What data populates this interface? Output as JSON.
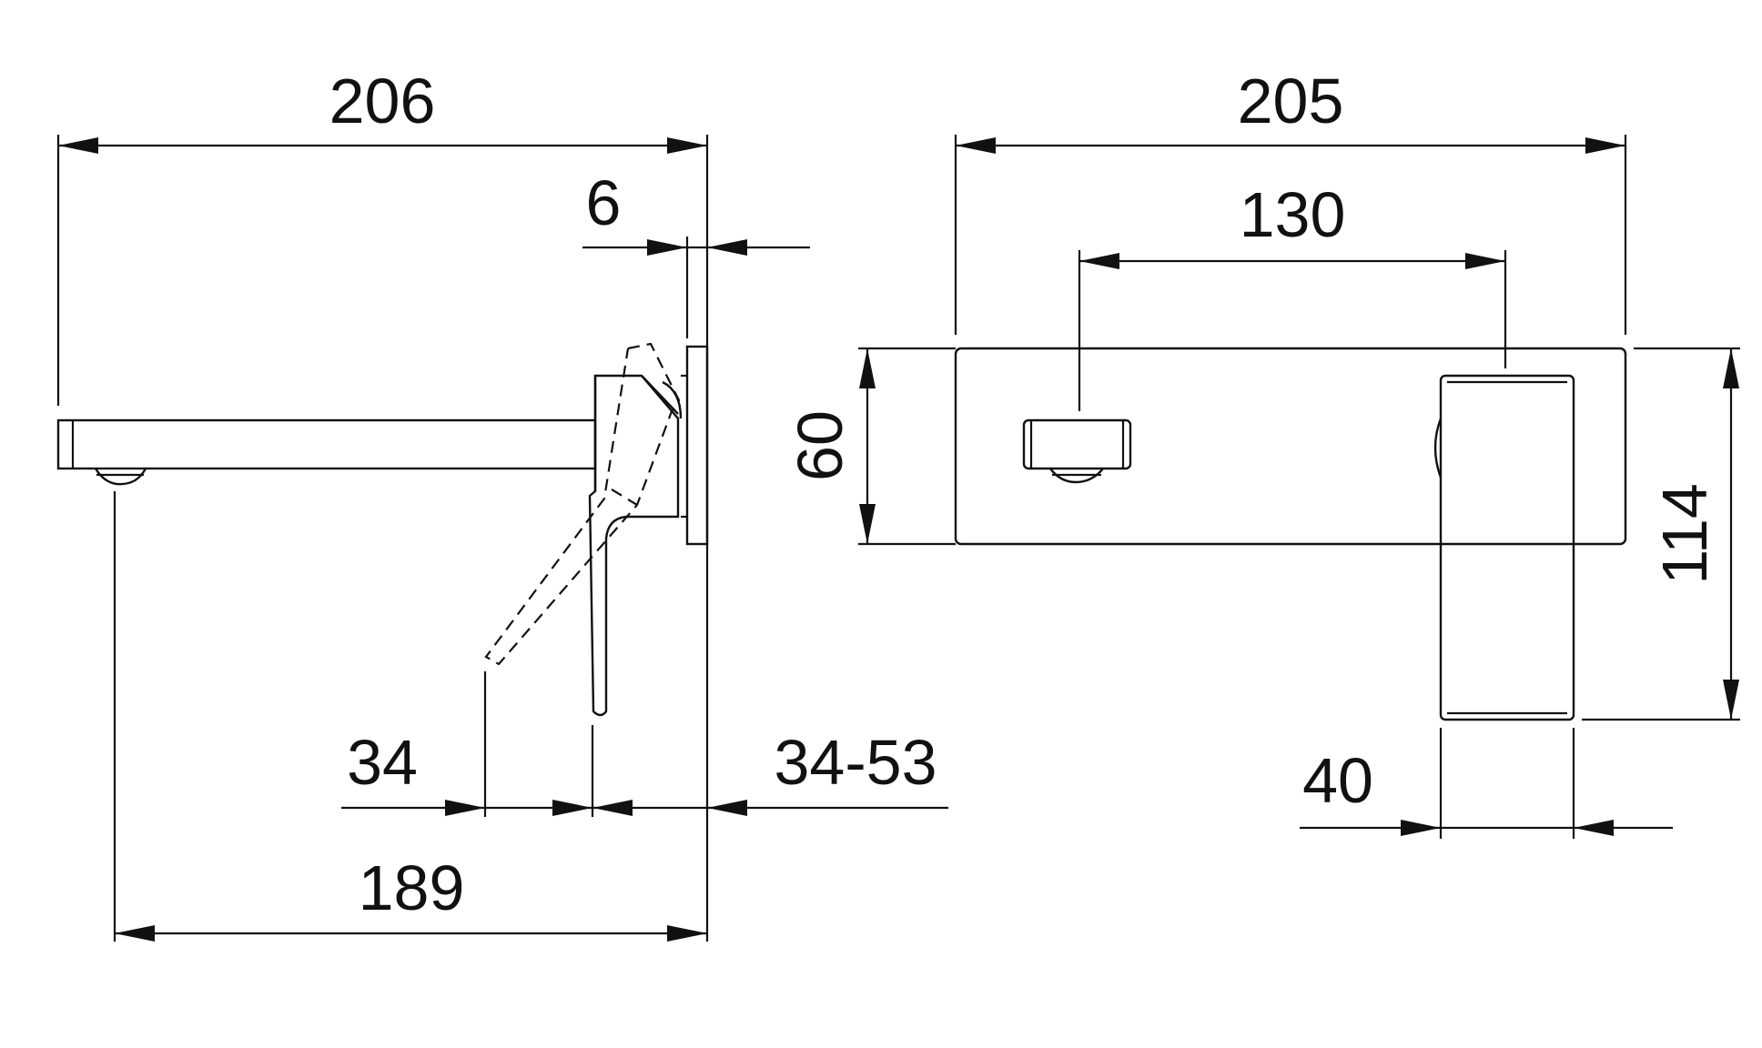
{
  "drawing": {
    "dimensions": {
      "spout_total_length": "206",
      "plate_thickness": "6",
      "handle_clearance": "34",
      "wall_adjust_range": "34-53",
      "spout_reach": "189",
      "plate_width": "205",
      "centres": "130",
      "plate_height": "60",
      "handle_height": "114",
      "handle_width": "40"
    }
  }
}
